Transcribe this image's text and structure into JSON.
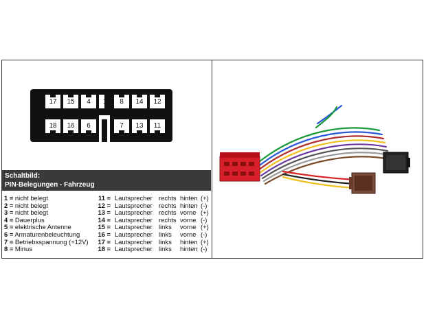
{
  "pinout": {
    "top_row": [
      "17",
      "15",
      "4",
      "1",
      "8",
      "14",
      "12"
    ],
    "bottom_row": [
      "18",
      "16",
      "6",
      "7",
      "13",
      "11"
    ]
  },
  "header": {
    "line1": "Schaltbild:",
    "line2": "PIN-Belegungen - Fahrzeug"
  },
  "left_pins": [
    {
      "num": "1 =",
      "text": "nicht belegt"
    },
    {
      "num": "2 =",
      "text": "nicht belegt"
    },
    {
      "num": "3 =",
      "text": "nicht belegt"
    },
    {
      "num": "4 =",
      "text": "Dauerplus"
    },
    {
      "num": "5 =",
      "text": "elektrische Antenne"
    },
    {
      "num": "6 =",
      "text": "Armaturenbeleuchtung"
    },
    {
      "num": "7 =",
      "text": "Betriebsspannung (+12V)"
    },
    {
      "num": "8 =",
      "text": "Minus"
    }
  ],
  "right_pins": [
    {
      "num": "11 =",
      "what": "Lautsprecher",
      "side": "rechts",
      "pos": "hinten",
      "pol": "(+)"
    },
    {
      "num": "12 =",
      "what": "Lautsprecher",
      "side": "rechts",
      "pos": "hinten",
      "pol": "(-)"
    },
    {
      "num": "13 =",
      "what": "Lautsprecher",
      "side": "rechts",
      "pos": "vorne",
      "pol": "(+)"
    },
    {
      "num": "14 =",
      "what": "Lautsprecher",
      "side": "rechts",
      "pos": "vorne",
      "pol": "(-)"
    },
    {
      "num": "15 =",
      "what": "Lautsprecher",
      "side": "links",
      "pos": "vorne",
      "pol": "(+)"
    },
    {
      "num": "16 =",
      "what": "Lautsprecher",
      "side": "links",
      "pos": "vorne",
      "pol": "(-)"
    },
    {
      "num": "17 =",
      "what": "Lautsprecher",
      "side": "links",
      "pos": "hinten",
      "pol": "(+)"
    },
    {
      "num": "18 =",
      "what": "Lautsprecher",
      "side": "links",
      "pos": "hinten",
      "pol": "(-)"
    }
  ],
  "colors": {
    "connector_body": "#111111",
    "header_band": "#3a3a3a",
    "red_plug": "#d8202a",
    "iso_plug": "#7a4a3a",
    "black_plug": "#222222"
  }
}
